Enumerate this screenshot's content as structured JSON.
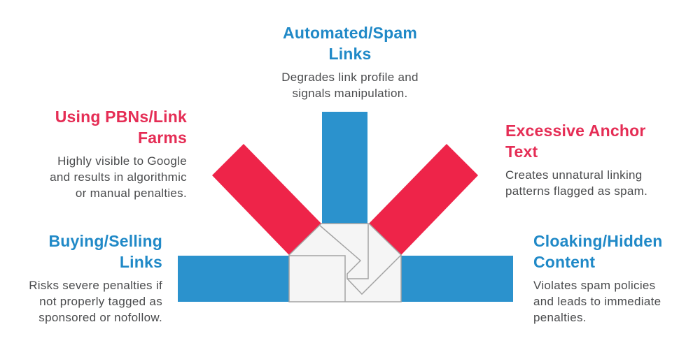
{
  "colors": {
    "bar_blue": "#2b92cd",
    "bar_red": "#ee2449",
    "heading_blue": "#2089c7",
    "heading_red": "#e52d55",
    "body_text": "#4a4b4d",
    "arrowhead_fill": "#f5f5f5",
    "arrowhead_stroke": "#a3a3a3",
    "background": "#ffffff"
  },
  "graphic": {
    "type": "five-arrows-converging-pinwheel",
    "arrows": [
      {
        "name": "top-arrow",
        "color": "blue",
        "direction": "down"
      },
      {
        "name": "upper-left-arrow",
        "color": "red",
        "direction": "down-right"
      },
      {
        "name": "upper-right-arrow",
        "color": "red",
        "direction": "down-left"
      },
      {
        "name": "left-arrow",
        "color": "blue",
        "direction": "right"
      },
      {
        "name": "right-arrow",
        "color": "blue",
        "direction": "left"
      }
    ]
  },
  "callouts": {
    "top": {
      "heading_lines": [
        "Automated/Spam",
        "Links"
      ],
      "heading_color": "blue",
      "body_lines": [
        "Degrades link profile and",
        "signals manipulation."
      ]
    },
    "upper_left": {
      "heading_lines": [
        "Using PBNs/Link",
        "Farms"
      ],
      "heading_color": "red",
      "body_lines": [
        "Highly visible to Google",
        "and results in algorithmic",
        "or manual penalties."
      ]
    },
    "upper_right": {
      "heading_lines": [
        "Excessive Anchor",
        "Text"
      ],
      "heading_color": "red",
      "body_lines": [
        "Creates unnatural linking",
        "patterns flagged as spam."
      ]
    },
    "lower_left": {
      "heading_lines": [
        "Buying/Selling",
        "Links"
      ],
      "heading_color": "blue",
      "body_lines": [
        "Risks severe penalties if",
        "not properly tagged as",
        "sponsored or nofollow."
      ]
    },
    "lower_right": {
      "heading_lines": [
        "Cloaking/Hidden",
        "Content"
      ],
      "heading_color": "blue",
      "body_lines": [
        "Violates spam policies",
        "and leads to immediate",
        "penalties."
      ]
    }
  }
}
